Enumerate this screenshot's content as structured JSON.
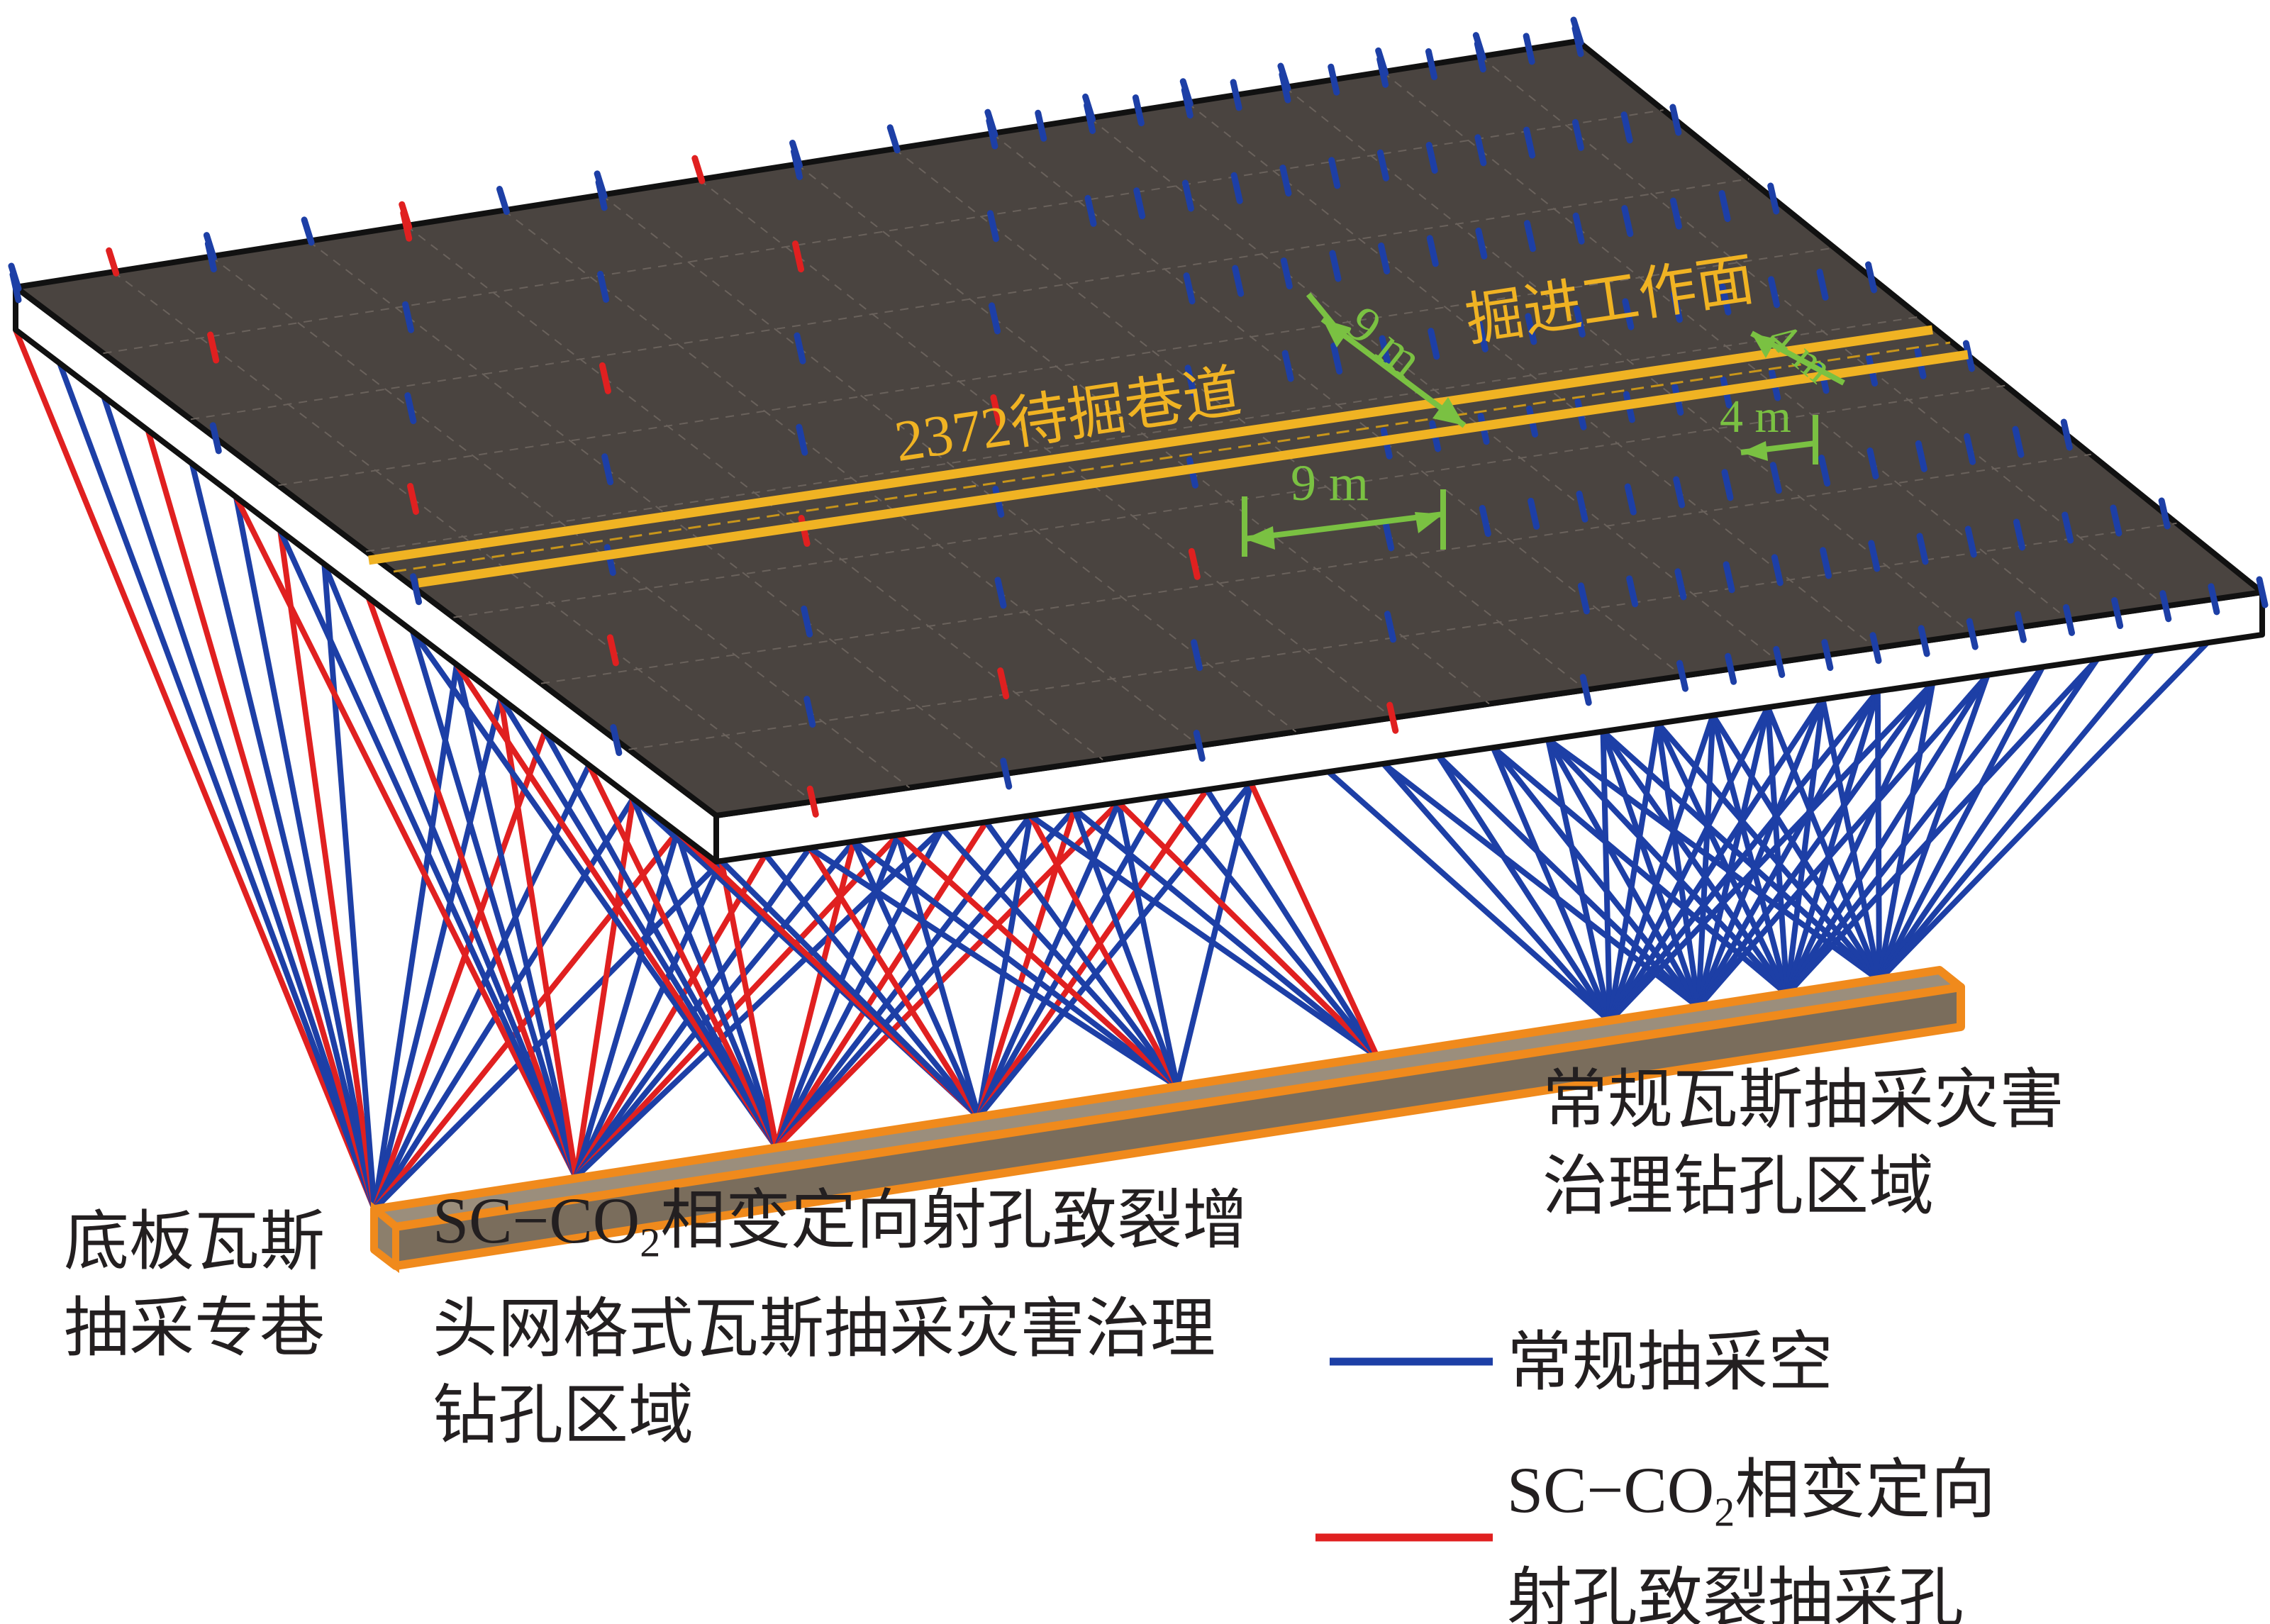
{
  "labels": {
    "roadway": "2372待掘巷道",
    "face": "掘进工作面",
    "spacing_9m_a": "9 m",
    "spacing_9m_b": "9 m",
    "spacing_4m_a": "4 m",
    "spacing_4m_b": "4 m",
    "floor_roadway_line1": "底板瓦斯",
    "floor_roadway_line2": "抽采专巷",
    "sc_region_line1_a": "SC−CO",
    "sc_region_line1_sub": "2",
    "sc_region_line1_b": "相变定向射孔致裂增",
    "sc_region_line2": "头网格式瓦斯抽采灾害治理",
    "sc_region_line3": "钻孔区域",
    "conv_region_line1": "常规瓦斯抽采灾害",
    "conv_region_line2": "治理钻孔区域"
  },
  "legend": [
    {
      "color": "#1d3fa6",
      "line1": "常规抽采空"
    },
    {
      "color": "#e02020",
      "line1_a": "SC−CO",
      "line1_sub": "2",
      "line1_b": "相变定向",
      "line2": "射孔致裂抽采孔"
    }
  ],
  "colors": {
    "slab_top": "#4a4440",
    "slab_edge": "#ffffff",
    "outline": "#111111",
    "roadway_line": "#f0b323",
    "dimension": "#7ac142",
    "conventional_hole": "#1d3fa6",
    "sc_co2_hole": "#e02020",
    "bottom_roadway_fill": "#7a6d5c",
    "bottom_roadway_edge": "#f08a1c",
    "text": "#231f20"
  }
}
